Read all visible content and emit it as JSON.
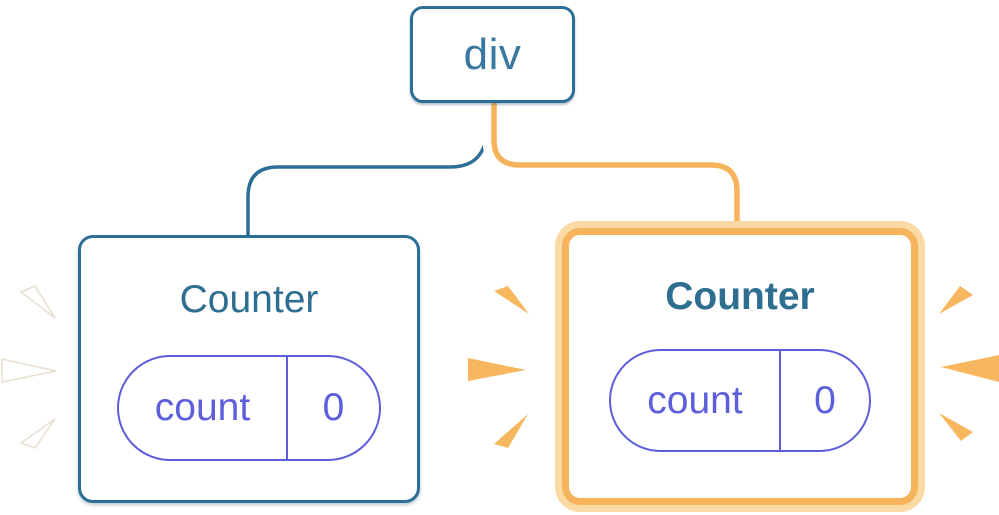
{
  "diagram": {
    "root_node": {
      "label": "div"
    },
    "children": [
      {
        "title": "Counter",
        "highlighted": false,
        "state": {
          "key": "count",
          "value": "0"
        }
      },
      {
        "title": "Counter",
        "highlighted": true,
        "state": {
          "key": "count",
          "value": "0"
        }
      }
    ]
  },
  "colors": {
    "blue": "#2D6E96",
    "blue_text": "#3878A1",
    "title_blue": "#2E6E91",
    "purple": "#5C5EDC",
    "orange": "#F6B35C",
    "orange_light": "#FAD9A5",
    "spark_orange": "#F7B75F",
    "card_bg": "#FFFFFF"
  }
}
